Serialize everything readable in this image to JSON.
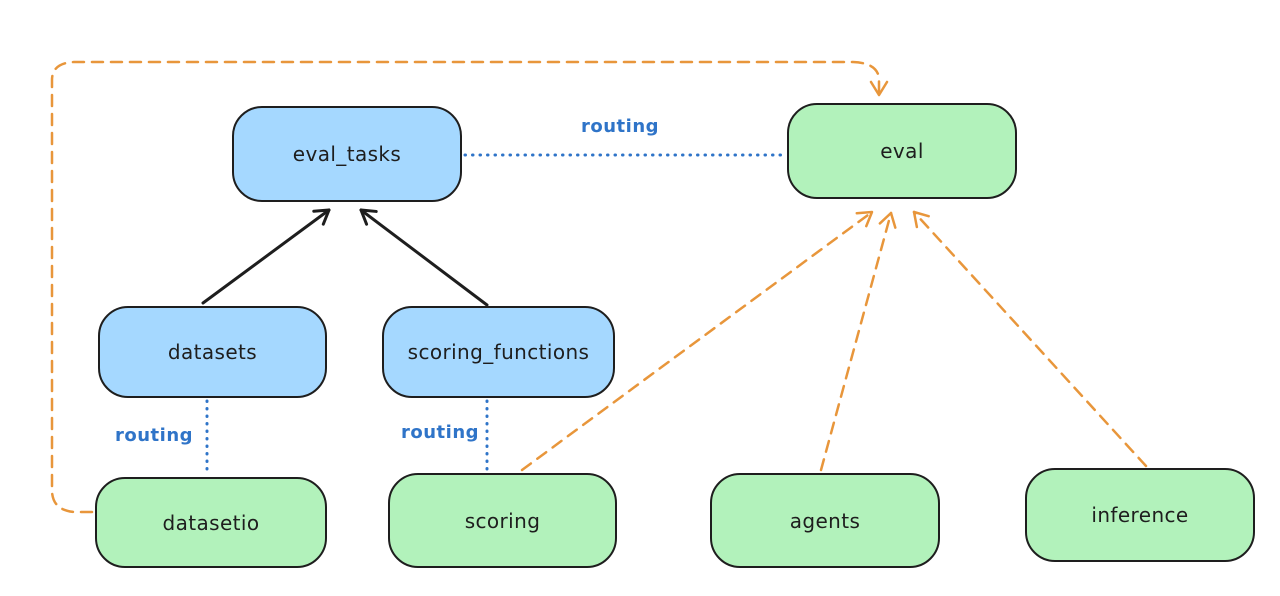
{
  "diagram": {
    "background": "#ffffff",
    "colors": {
      "node_border": "#1e1e1e",
      "blue_fill": "#a5d8ff",
      "green_fill": "#b2f2bb",
      "routing_line": "#2f74c8",
      "provider_dashed_line": "#e8963b",
      "solid_arrow": "#1e1e1e"
    },
    "nodes": {
      "eval_tasks": {
        "label": "eval_tasks",
        "fill": "blue"
      },
      "eval": {
        "label": "eval",
        "fill": "green"
      },
      "datasets": {
        "label": "datasets",
        "fill": "blue"
      },
      "scoring_functions": {
        "label": "scoring_functions",
        "fill": "blue"
      },
      "datasetio": {
        "label": "datasetio",
        "fill": "green"
      },
      "scoring": {
        "label": "scoring",
        "fill": "green"
      },
      "agents": {
        "label": "agents",
        "fill": "green"
      },
      "inference": {
        "label": "inference",
        "fill": "green"
      }
    },
    "edges": [
      {
        "from": "datasets",
        "to": "eval_tasks",
        "style": "solid",
        "color": "#1e1e1e",
        "arrow": true,
        "label": ""
      },
      {
        "from": "scoring_functions",
        "to": "eval_tasks",
        "style": "solid",
        "color": "#1e1e1e",
        "arrow": true,
        "label": ""
      },
      {
        "from": "eval_tasks",
        "to": "eval",
        "style": "dotted",
        "color": "#2f74c8",
        "arrow": false,
        "label": "routing"
      },
      {
        "from": "datasets",
        "to": "datasetio",
        "style": "dotted",
        "color": "#2f74c8",
        "arrow": false,
        "label": "routing"
      },
      {
        "from": "scoring_functions",
        "to": "scoring",
        "style": "dotted",
        "color": "#2f74c8",
        "arrow": false,
        "label": "routing"
      },
      {
        "from": "datasetio",
        "to": "eval",
        "style": "dashed",
        "color": "#e8963b",
        "arrow": true,
        "label": ""
      },
      {
        "from": "scoring",
        "to": "eval",
        "style": "dashed",
        "color": "#e8963b",
        "arrow": true,
        "label": ""
      },
      {
        "from": "agents",
        "to": "eval",
        "style": "dashed",
        "color": "#e8963b",
        "arrow": true,
        "label": ""
      },
      {
        "from": "inference",
        "to": "eval",
        "style": "dashed",
        "color": "#e8963b",
        "arrow": true,
        "label": ""
      }
    ]
  }
}
